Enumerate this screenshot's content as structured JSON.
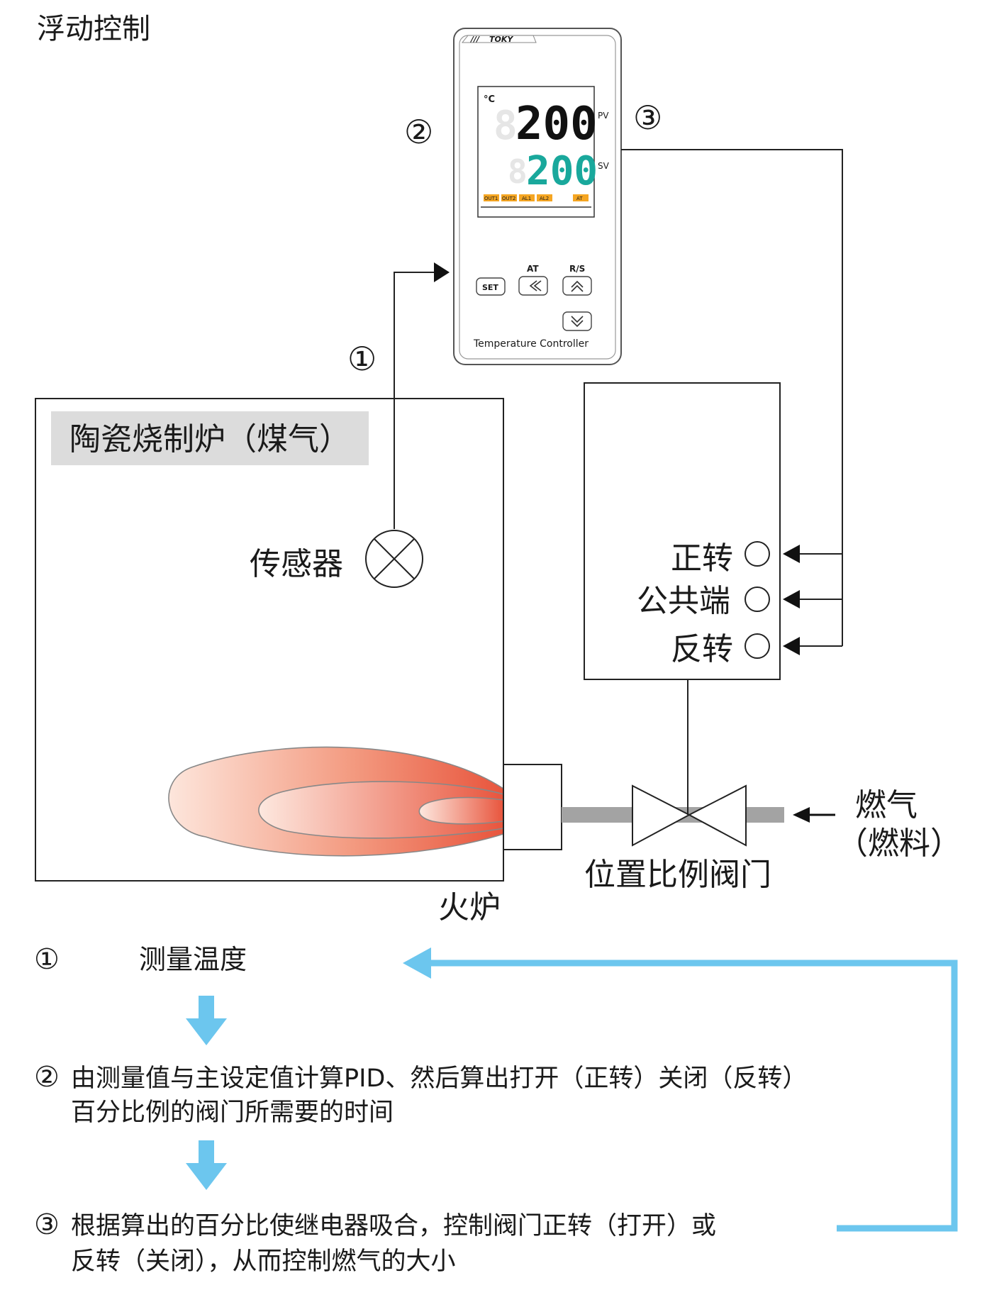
{
  "title": "浮动控制",
  "controller": {
    "brand": "TOKY",
    "unit": "°C",
    "pv_value": "200",
    "sv_value": "200",
    "pv_label": "PV",
    "sv_label": "SV",
    "indicators": [
      "OUT1",
      "OUT2",
      "AL1",
      "AL2",
      "AT"
    ],
    "key_labels": {
      "at": "AT",
      "rs": "R/S"
    },
    "set_button": "SET",
    "footer": "Temperature Controller"
  },
  "markers": {
    "m1": "①",
    "m2": "②",
    "m3": "③"
  },
  "furnace": {
    "title": "陶瓷烧制炉（煤气）",
    "sensor_label": "传感器",
    "burner_label": "火炉"
  },
  "actuator": {
    "terminals": [
      "正转",
      "公共端",
      "反转"
    ]
  },
  "valve": {
    "label": "位置比例阀门"
  },
  "fuel": {
    "line1": "燃气",
    "line2": "（燃料）"
  },
  "steps": [
    {
      "marker": "①",
      "lines": [
        "测量温度"
      ]
    },
    {
      "marker": "②",
      "lines": [
        "由测量值与主设定值计算PID、然后算出打开（正转）关闭（反转）",
        "百分比例的阀门所需要的时间"
      ]
    },
    {
      "marker": "③",
      "lines": [
        "根据算出的百分比使继电器吸合，控制阀门正转（打开）或",
        "反转（关闭），从而控制燃气的大小"
      ]
    }
  ],
  "colors": {
    "pv_digits": "#111111",
    "sv_digits": "#19a89c",
    "indicator_bg": "#f5a623",
    "flow_arrow": "#6cc6ee",
    "pipe": "#a3a3a3",
    "label_bg": "#dcdcdc",
    "flame_outer": "#e8553d",
    "flame_inner": "#fde6dc"
  }
}
